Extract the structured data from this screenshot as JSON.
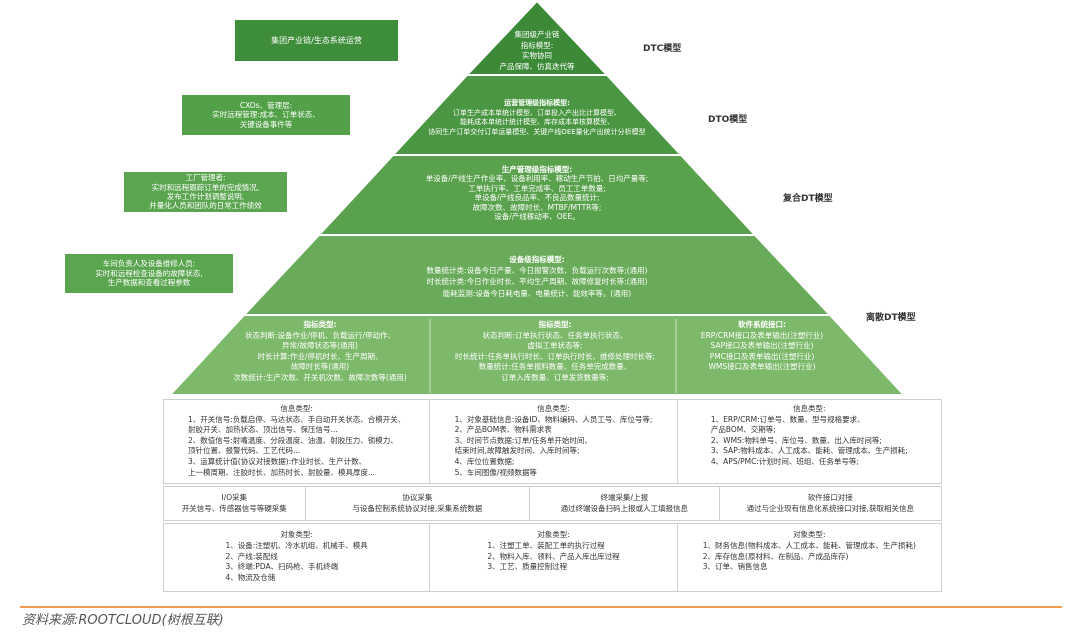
{
  "model_labels": {
    "dtc": "DTC模型",
    "dto": "DTO模型",
    "composite_dt": "复合DT模型",
    "discrete_dt": "离散DT模型"
  },
  "role_boxes": [
    {
      "lines": [
        "集团产业链/生态系统运营"
      ]
    },
    {
      "lines": [
        "CXOs、管理层:",
        "实时远程管理:成本、订单状态、",
        "关键设备事件等"
      ]
    },
    {
      "lines": [
        "工厂管理者:",
        "实时和远程跟踪订单的完成情况,",
        "发布工作计划调整说明,",
        "并量化人员和团队的日常工作绩效"
      ]
    },
    {
      "lines": [
        "车间负责人及设备维修人员:",
        "实时和远程检查设备的故障状态,",
        "生产数据和查看过程参数"
      ]
    }
  ],
  "pyramid_layers": [
    {
      "lines": [
        "集团级产业链",
        "指标模型:",
        "实物协同",
        "产品保障、仿真迭代等"
      ]
    },
    {
      "lines": [
        "运营管理级指标模型:",
        "订单生产成本单统计模型、订单投入产出比计算模型、",
        "能耗成本单统计统计模型、库存成本单核算模型、",
        "协同生产订单交付订单运量模型、关键产线OEE量化产出统计分析模型"
      ]
    },
    {
      "lines": [
        "生产管理级指标模型:",
        "单设备/产线生产作业率、设备利用率、稼动生产节拍、日均产量等;",
        "工单执行率、工单完成率、员工工单数量;",
        "单设备/产线良品率、不良品数量统计;",
        "故障次数、故障时长、MTBF/MTTR等;",
        "设备/产线稼动率、OEE。"
      ]
    },
    {
      "lines": [
        "设备级指标模型:",
        "数量统计类:设备今日产量、今日报警次数、负载运行次数等;(通用)",
        "时长统计类:今日作业时长、平均生产周期、故障修复时长等;(通用)",
        "能耗监测:设备今日耗电量、电量统计、能效率等。(通用)"
      ]
    },
    {
      "columns": [
        {
          "title": "指标类型:",
          "lines": [
            "状态判断:设备作业/停机、负载运行/停动作、",
            "异常/故障状态等(通用)",
            "时长计算:作业/停机时长、生产周期、",
            "故障时长等(通用)",
            "次数统计:生产次数、开关机次数、故障次数等(通用)"
          ]
        },
        {
          "title": "指标类型:",
          "lines": [
            "状态判断:订单执行状态、任务单执行状态、",
            "虚拟工单状态等;",
            "时长统计:任务单执行时长、订单执行时长、维修处理时长等;",
            "数量统计:任务单报料数量、任务单完成数量、",
            "订单入库数量、订单发货数量等;"
          ]
        },
        {
          "title": "软件系统接口:",
          "lines": [
            "ERP/CRM接口及表单输出(注塑行业)",
            "SAP接口及表单输出(注塑行业)",
            "PMC接口及表单输出(注塑行业)",
            "WMS接口及表单输出(注塑行业)"
          ]
        }
      ]
    }
  ],
  "data_layer": {
    "info_types": [
      {
        "title": "信息类型:",
        "lines": [
          "1、开关信号:负载启停、马达状态、手自动开关状态、合模开关、",
          "射胶开关、加热状态、顶出信号、保压信号...",
          "2、数值信号:射嘴温度、分段温度、油温、射胶压力、锁模力、",
          "顶针位置、报警代码、工艺代码...",
          "3、运算统计值(协议对接数据):作业时长、生产计数、",
          "上一模周期、注胶时长、加热时长、射胶量、模具厚度..."
        ]
      },
      {
        "title": "信息类型:",
        "lines": [
          "1、对象基础信息:设备ID、物料编码、人员工号、库位号等;",
          "2、产品BOM表、物料需求表",
          "3、时间节点数据:订单/任务单开始时间、",
          "结束时间,故障触发时间、入库时间等;",
          "4、库位位置数据;",
          "5、车间图像/视频数据等"
        ]
      },
      {
        "title": "信息类型:",
        "lines": [
          "1、ERP/CRM:订单号、数量、型号规格要求、",
          "产品BOM、交期等;",
          "2、WMS:物料单号、库位号、数量、出入库时间等;",
          "3、SAP:物料成本、人工成本、能耗、管理成本、生产损耗;",
          "4、APS/PMC:计划时间、班组、任务单号等;"
        ]
      }
    ],
    "collection_methods": [
      {
        "title": "I/O采集",
        "detail": "开关信号、传感器信号等硬采集"
      },
      {
        "title": "协议采集",
        "detail": "与设备控制系统协议对接,采集系统数据"
      },
      {
        "title": "终端采集/上报",
        "detail": "通过终端设备扫码上报或人工填报信息"
      },
      {
        "title": "软件接口对接",
        "detail": "通过与企业现有信息化系统接口对接,获取相关信息"
      }
    ],
    "object_types": [
      {
        "title": "对象类型:",
        "lines": [
          "1、设备:注塑机、冷水机组、机械手、模具",
          "2、产线:装配线",
          "3、终端:PDA、扫码枪、手机终端",
          "4、物流及仓储"
        ]
      },
      {
        "title": "对象类型:",
        "lines": [
          "1、注塑工单、装配工单的执行过程",
          "2、物料入库、领料、产品入库出库过程",
          "3、工艺、质量控制过程"
        ]
      },
      {
        "title": "对象类型:",
        "lines": [
          "1、财务信息(物料成本、人工成本、能耗、管理成本、生产损耗)",
          "2、库存信息(原材料、在制品、产成品库存)",
          "3、订单、销售信息"
        ]
      }
    ]
  },
  "source_note": "资料来源:ROOTCLOUD(树根互联)",
  "colors": {
    "layer_1": "#3c8a38",
    "layer_2": "#4b9642",
    "layer_3": "#5aa14d",
    "layer_4": "#69ab5a",
    "layer_5": "#7db96b",
    "role_box_1": "#3d8d3a",
    "role_box_2": "#52a048",
    "role_box_3": "#5ba551",
    "role_box_4": "#5ba551",
    "source_rule": "#f29a50"
  }
}
